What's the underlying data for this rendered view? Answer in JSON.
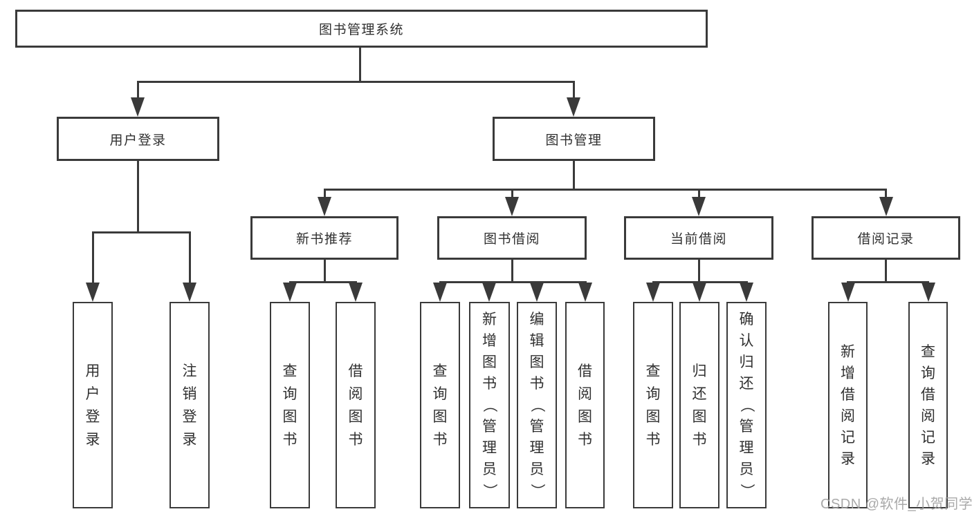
{
  "diagram": {
    "title": "图书管理系统",
    "level2": {
      "user_login": "用户登录",
      "book_management": "图书管理"
    },
    "level3": {
      "new_book_recommend": "新书推荐",
      "book_borrow": "图书借阅",
      "current_borrow": "当前借阅",
      "borrow_records": "借阅记录"
    },
    "leaves": {
      "user_login": "用户登录",
      "logout": "注销登录",
      "recommend_query_books": "查询图书",
      "recommend_borrow_books": "借阅图书",
      "borrow_query_books": "查询图书",
      "add_books_admin": "新增图书（管理员）",
      "edit_books_admin": "编辑图书（管理员）",
      "borrow_borrow_books": "借阅图书",
      "current_query_books": "查询图书",
      "return_books": "归还图书",
      "confirm_return_admin": "确认归还（管理员）",
      "add_borrow_record": "新增借阅记录",
      "query_borrow_record": "查询借阅记录"
    }
  },
  "watermark": "CSDN @软件_小贺同学",
  "colors": {
    "line": "#3a3a3a",
    "text": "#303030",
    "background": "#ffffff",
    "watermark": "#a0a0a0"
  }
}
